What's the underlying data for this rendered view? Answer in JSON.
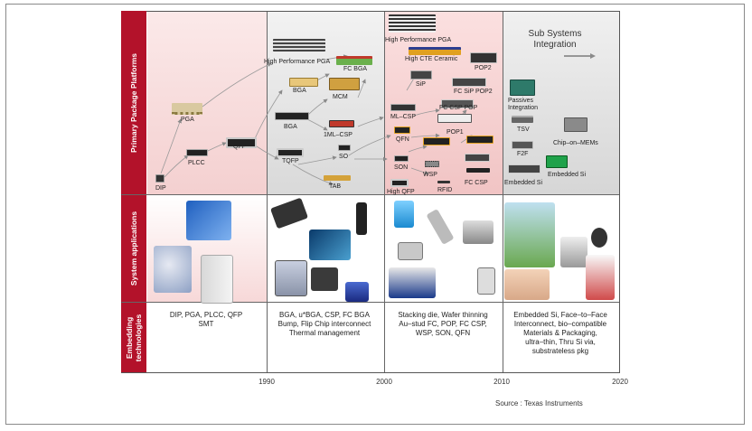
{
  "row_labels": {
    "platforms": "Primary Package Platforms",
    "applications": "System applications",
    "embedding": "Embedding technologies"
  },
  "sub_systems_title": "Sub Systems Integration",
  "packages": {
    "dip": "DIP",
    "plcc": "PLCC",
    "pga": "PGA",
    "qfp": "QFP",
    "tqfp": "TQFP",
    "so": "SO",
    "tab": "TAB",
    "hp_pga_1": "High Performance PGA",
    "fc_bga": "FC BGA",
    "bga_1": "BGA",
    "bga_2": "BGA",
    "mcm": "MCM",
    "ml_csp_1": "1ML–CSP",
    "hp_pga_2": "High Performance PGA",
    "hi_cte": "High CTE Ceramic",
    "pop2": "POP2",
    "sip": "SiP",
    "fc_sip_pop2": "FC SiP POP2",
    "ml_csp_2": "ML–CSP",
    "fc_csp_pop": "FC CSP POP",
    "qfn": "QFN",
    "pop1": "POP1",
    "son": "SON",
    "wsp": "WSP",
    "fc_csp": "FC CSP",
    "high_qfp": "High QFP",
    "rfid": "RFID",
    "passives": "Passives Integration",
    "tsv": "TSV",
    "chip_on_mems": "Chip–on–MEMs",
    "f2f": "F2F",
    "embedded_si_1": "Embedded Si",
    "embedded_si_2": "Embedded Si"
  },
  "embedding": {
    "col1": "DIP, PGA, PLCC, QFP\nSMT",
    "col2": "BGA, u*BGA, CSP, FC BGA\nBump, Flip Chip interconnect\nThermal management",
    "col3": "Stacking die, Wafer thinning\nAu–stud FC, POP, FC CSP,\nWSP, SON, QFN",
    "col4": "Embedded Si, Face–to–Face\nInterconnect, bio–compatible\nMaterials & Packaging,\nultra–thin, Thru Si via,\nsubstrateless pkg"
  },
  "years": [
    "1990",
    "2000",
    "2010",
    "2020"
  ],
  "source": "Source : Texas Instruments",
  "colors": {
    "accent": "#b3122a",
    "band_pink": "#f7dcdc",
    "band_gray": "#e8e8e8"
  }
}
